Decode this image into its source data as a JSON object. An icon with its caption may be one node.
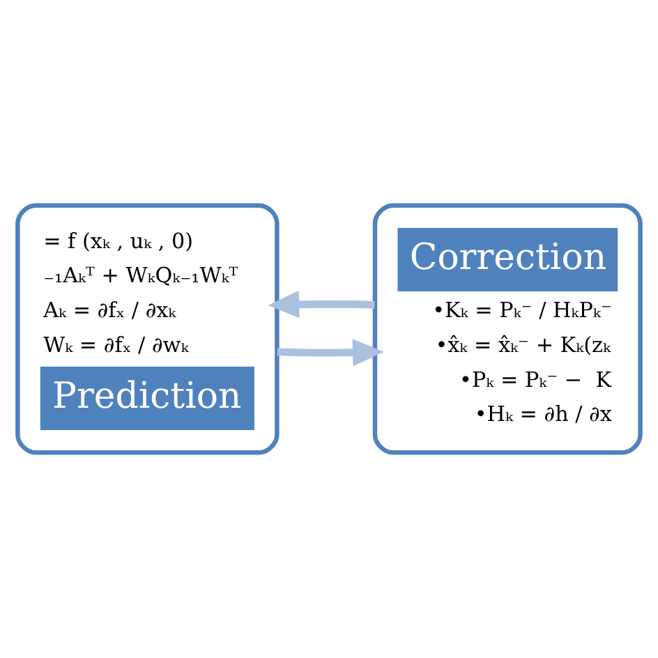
{
  "diagram": {
    "nodes": [
      {
        "text": [
          "= f (xₖ , uₖ , 0)",
          "₋₁Aₖᵀ + WₖQₖ₋₁Wₖᵀ",
          "Aₖ = ∂fₓ / ∂xₖ",
          "Wₖ = ∂fₓ / ∂wₖ",
          "Prediction"
        ]
      },
      {
        "text": [
          "Correction",
          "•Kₖ = Pₖ⁻ / HₖPₖ⁻",
          "•x̂ₖ = x̂ₖ⁻ + Kₖ(zₖ",
          "•Pₖ = Pₖ⁻ −  K",
          "•Hₖ = ∂h / ∂x"
        ]
      }
    ],
    "edges": [
      {
        "from": 1,
        "to": 0,
        "arrow": "to"
      },
      {
        "from": 0,
        "to": 1,
        "arrow": "to"
      }
    ]
  }
}
